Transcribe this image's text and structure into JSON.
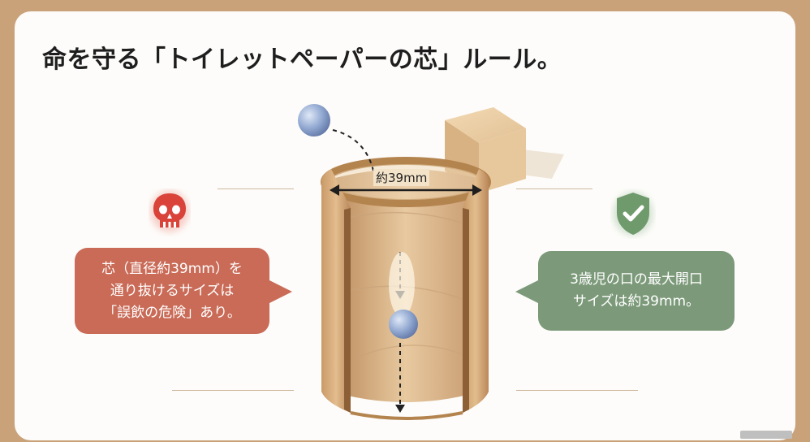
{
  "title": "命を守る「トイレットペーパーの芯」ルール。",
  "dimension_label": "約39mm",
  "danger": {
    "icon": "skull-icon",
    "color": "#c96b57",
    "lines": [
      "芯（直径約39mm）を",
      "通り抜けるサイズは",
      "「誤飲の危険」あり。"
    ]
  },
  "safe": {
    "icon": "shield-check-icon",
    "color": "#7c9a7a",
    "lines": [
      "3歳児の口の最大開口",
      "サイズは約39mm。"
    ]
  },
  "illustration": {
    "objects": [
      "toilet-paper-tube",
      "blue-ball-falling",
      "blue-ball-inside",
      "wooden-cube"
    ]
  }
}
